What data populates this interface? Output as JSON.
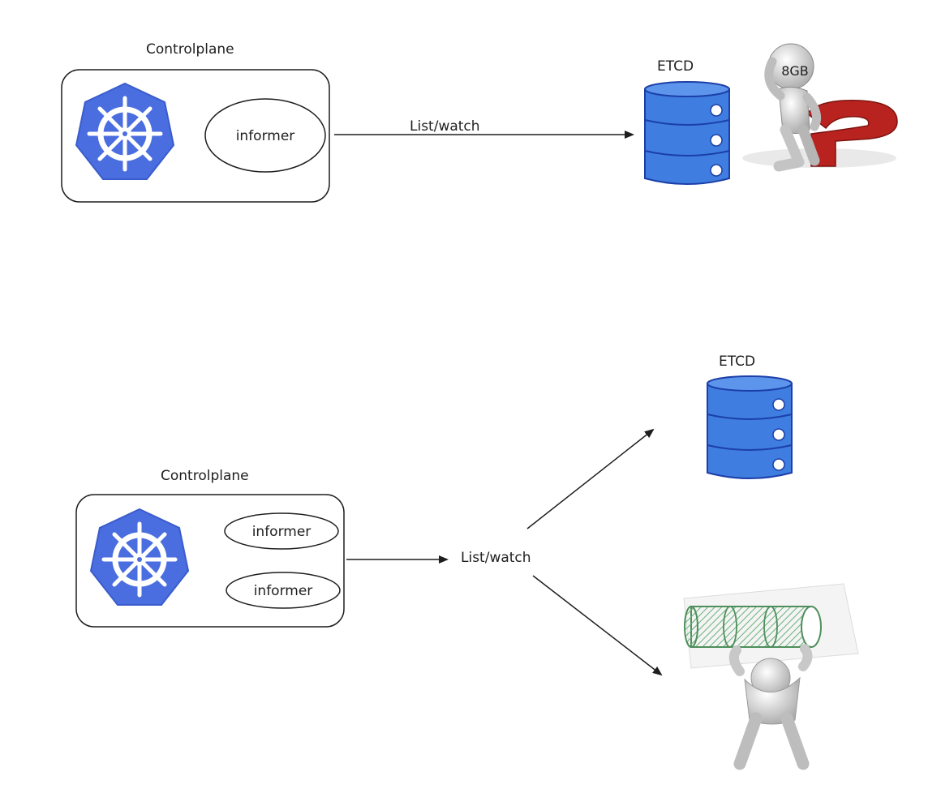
{
  "top": {
    "controlplane_label": "Controlplane",
    "informer_label": "informer",
    "edge_label": "List/watch",
    "etcd_label": "ETCD",
    "size_badge": "8GB",
    "icons": [
      "kubernetes-logo-icon",
      "database-icon",
      "confused-figure-icon"
    ]
  },
  "bottom": {
    "controlplane_label": "Controlplane",
    "informer_1_label": "informer",
    "informer_2_label": "informer",
    "edge_label": "List/watch",
    "etcd_label": "ETCD",
    "icons": [
      "kubernetes-logo-icon",
      "database-icon",
      "figure-holding-cylinder-icon"
    ]
  },
  "colors": {
    "kubernetes_blue": "#4a6ee0",
    "database_blue": "#3f7ee0",
    "database_stroke": "#1c3fa8",
    "stroke": "#1e1e1e",
    "cylinder_green": "#5aa86a",
    "question_red": "#b8231f"
  }
}
